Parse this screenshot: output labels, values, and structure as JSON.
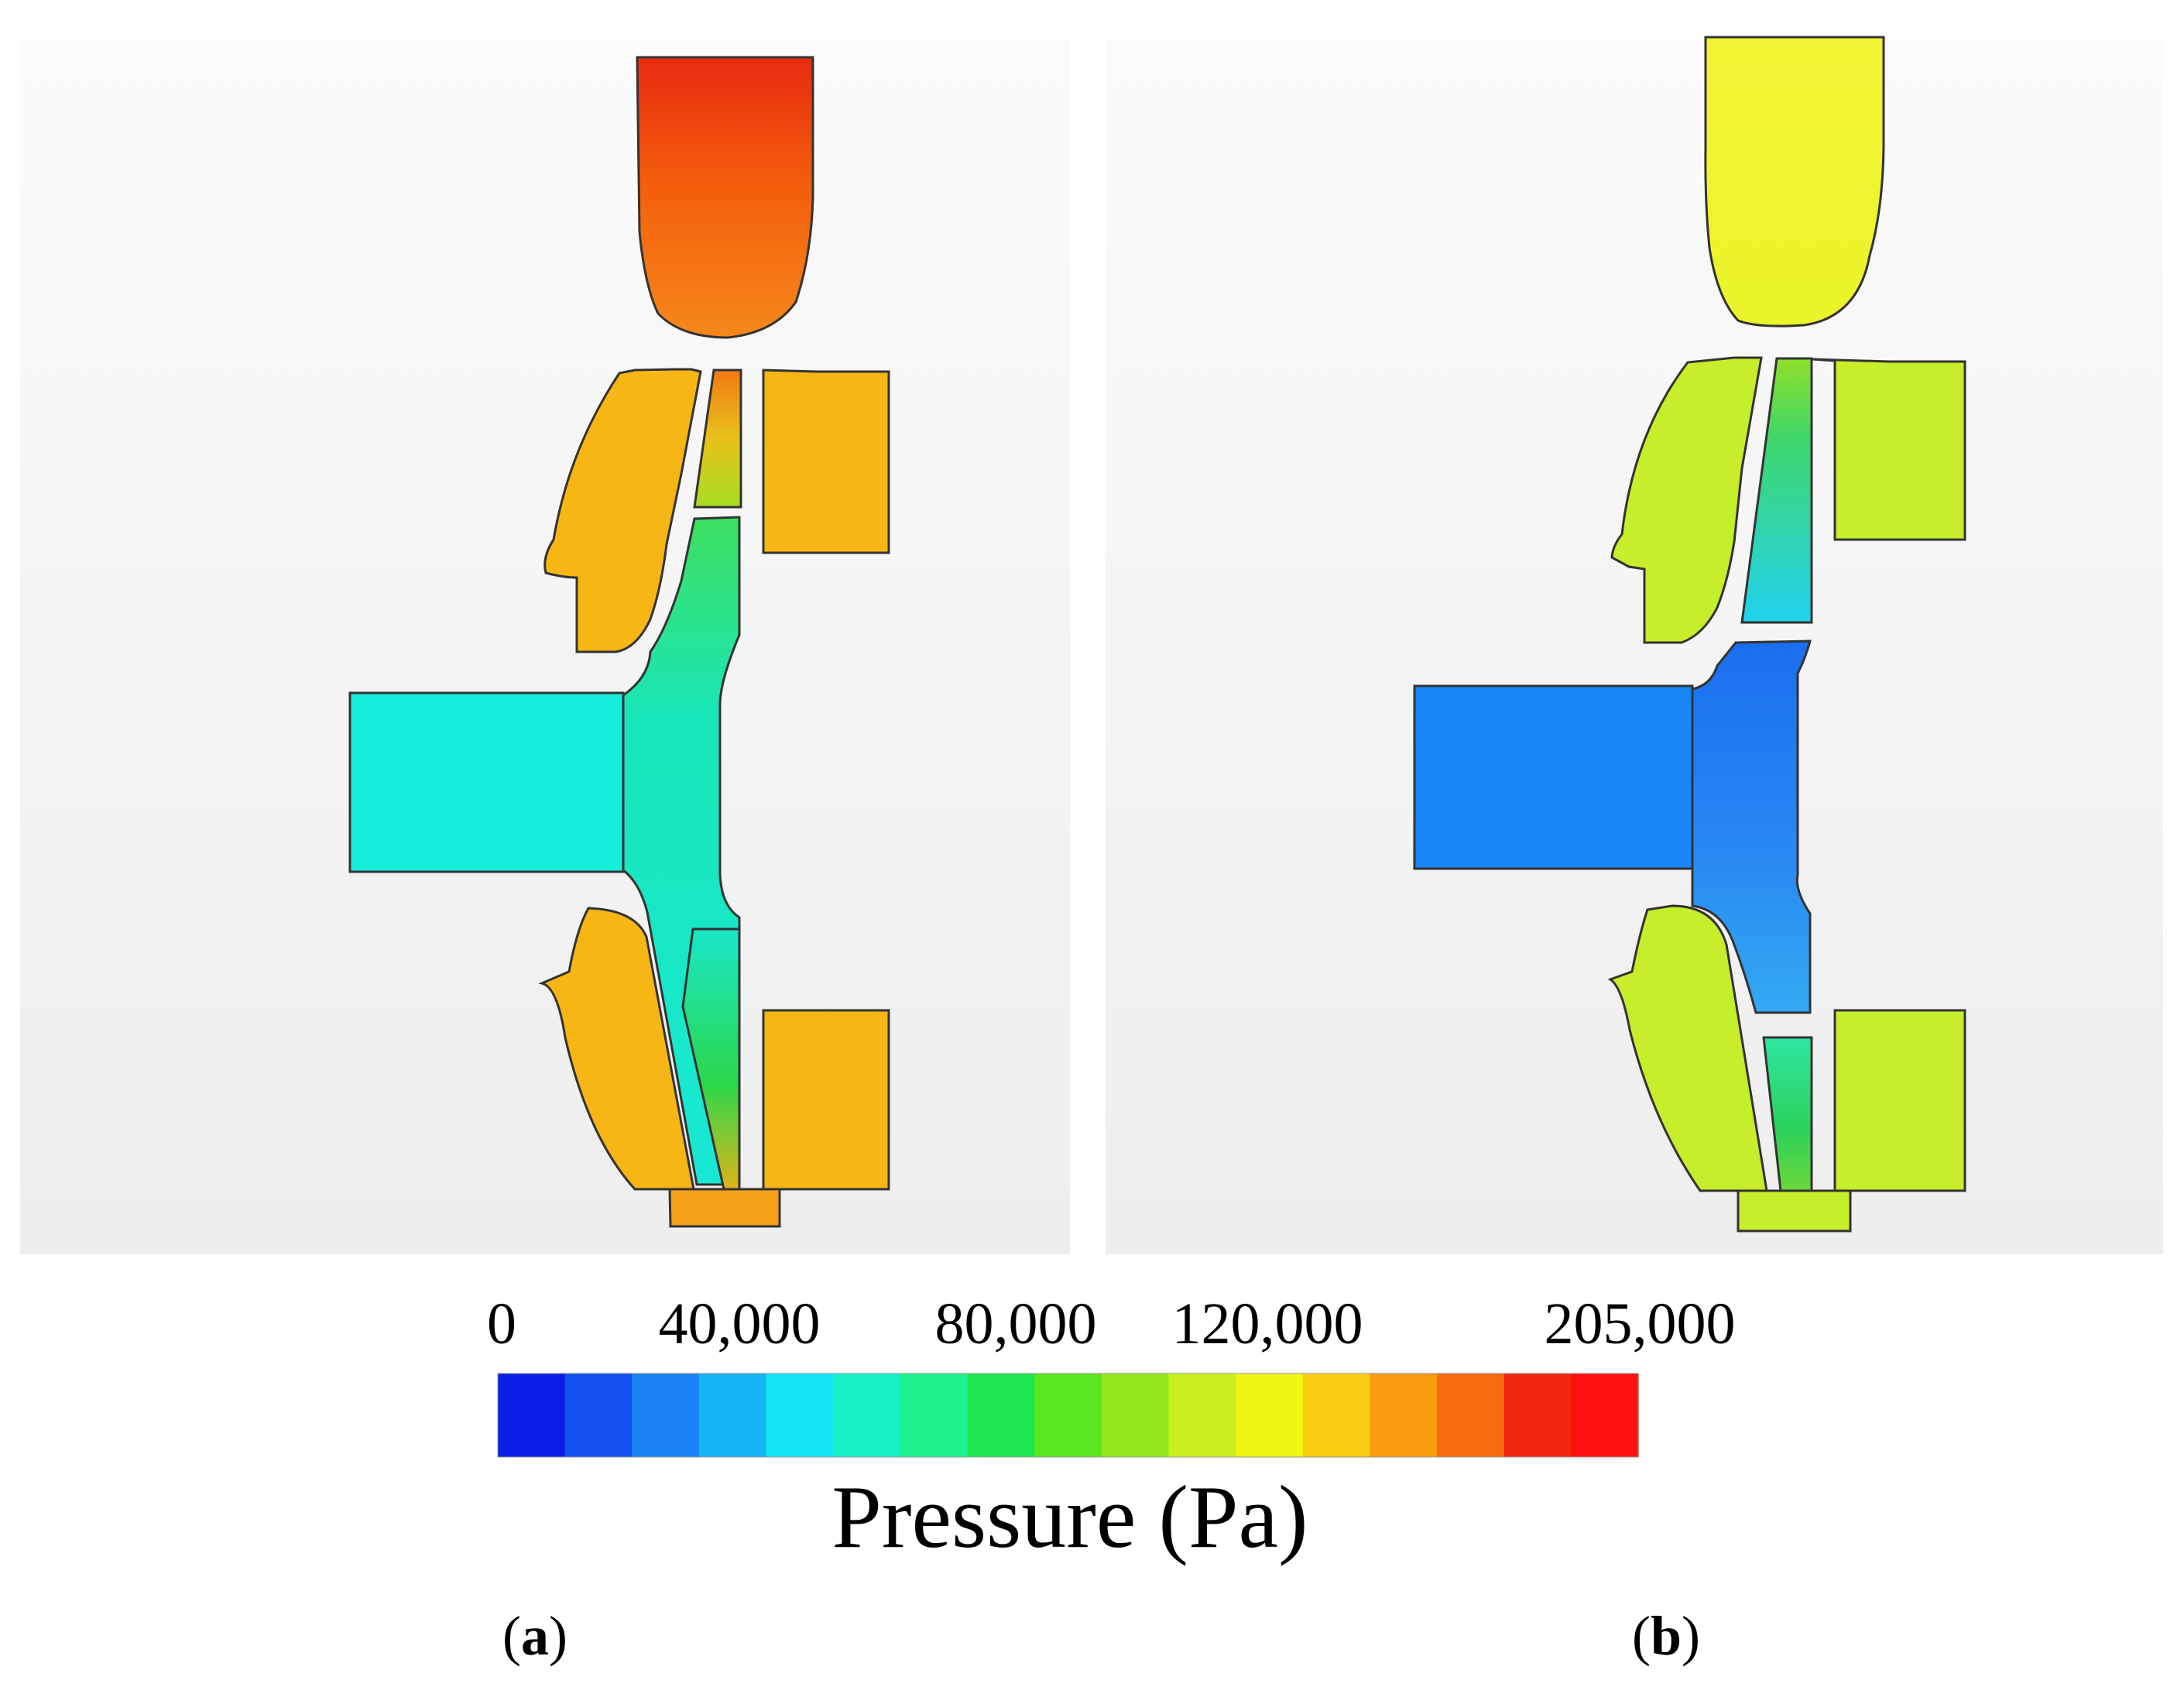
{
  "panels": [
    {
      "label": "a",
      "regions": {
        "inlet": "#f24d10",
        "upper_left_block": "#f8b614",
        "upper_right_block": "#f8b614",
        "upper_channel": "#e0d920",
        "wheel_hub": "#16e8cf",
        "inlet_pipe": "#16eedc",
        "lower_left_block": "#f8b614",
        "lower_right_block": "#f8b614",
        "lower_channel": "#59d649",
        "outlet": "#f5a218"
      }
    },
    {
      "label": "b",
      "regions": {
        "inlet": "#f0f52e",
        "upper_left_block": "#c6ee2b",
        "upper_right_block": "#c6ee2b",
        "upper_channel": "#2dd3e6",
        "wheel_hub": "#1f86f2",
        "inlet_pipe": "#1787f6",
        "lower_left_block": "#c6ee2b",
        "lower_right_block": "#c6ee2b",
        "lower_channel": "#39d86a",
        "outlet": "#c6ee2b"
      }
    }
  ],
  "colorbar": {
    "title": "Pressure (Pa)",
    "ticks": [
      {
        "label": "0",
        "value": 0
      },
      {
        "label": "40,000",
        "value": 40000
      },
      {
        "label": "80,000",
        "value": 80000
      },
      {
        "label": "120,000",
        "value": 120000
      },
      {
        "label": "205,000",
        "value": 205000
      }
    ],
    "min": 0,
    "max": 205000,
    "colors": [
      "#0a1ee8",
      "#1450f0",
      "#1a82f4",
      "#14b4f6",
      "#14e6f6",
      "#18f0c8",
      "#1ef08c",
      "#1ee650",
      "#5ae61e",
      "#96e61e",
      "#c8f01e",
      "#f0f514",
      "#f8cc10",
      "#f89c10",
      "#f86c10",
      "#f02810",
      "#ff1010"
    ]
  }
}
